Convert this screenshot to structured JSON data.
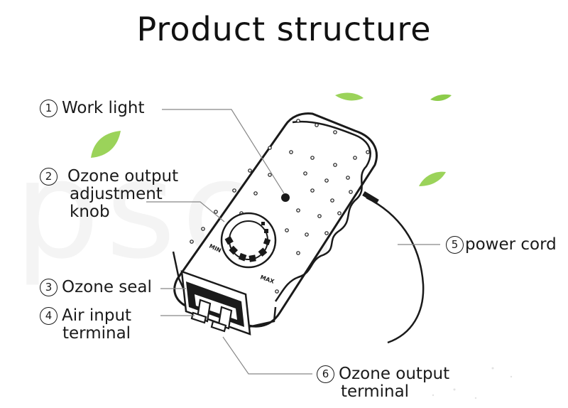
{
  "title": "Product structure",
  "watermark": "pscc",
  "knob": {
    "min_label": "MIN",
    "max_label": "MAX"
  },
  "labels": [
    {
      "num": "1",
      "lines": [
        "Work light"
      ]
    },
    {
      "num": "2",
      "lines": [
        "Ozone output",
        "adjustment",
        "knob"
      ]
    },
    {
      "num": "3",
      "lines": [
        "Ozone seal"
      ]
    },
    {
      "num": "4",
      "lines": [
        "Air input",
        "terminal"
      ]
    },
    {
      "num": "5",
      "lines": [
        "power cord"
      ]
    },
    {
      "num": "6",
      "lines": [
        "Ozone output",
        "terminal"
      ]
    }
  ]
}
